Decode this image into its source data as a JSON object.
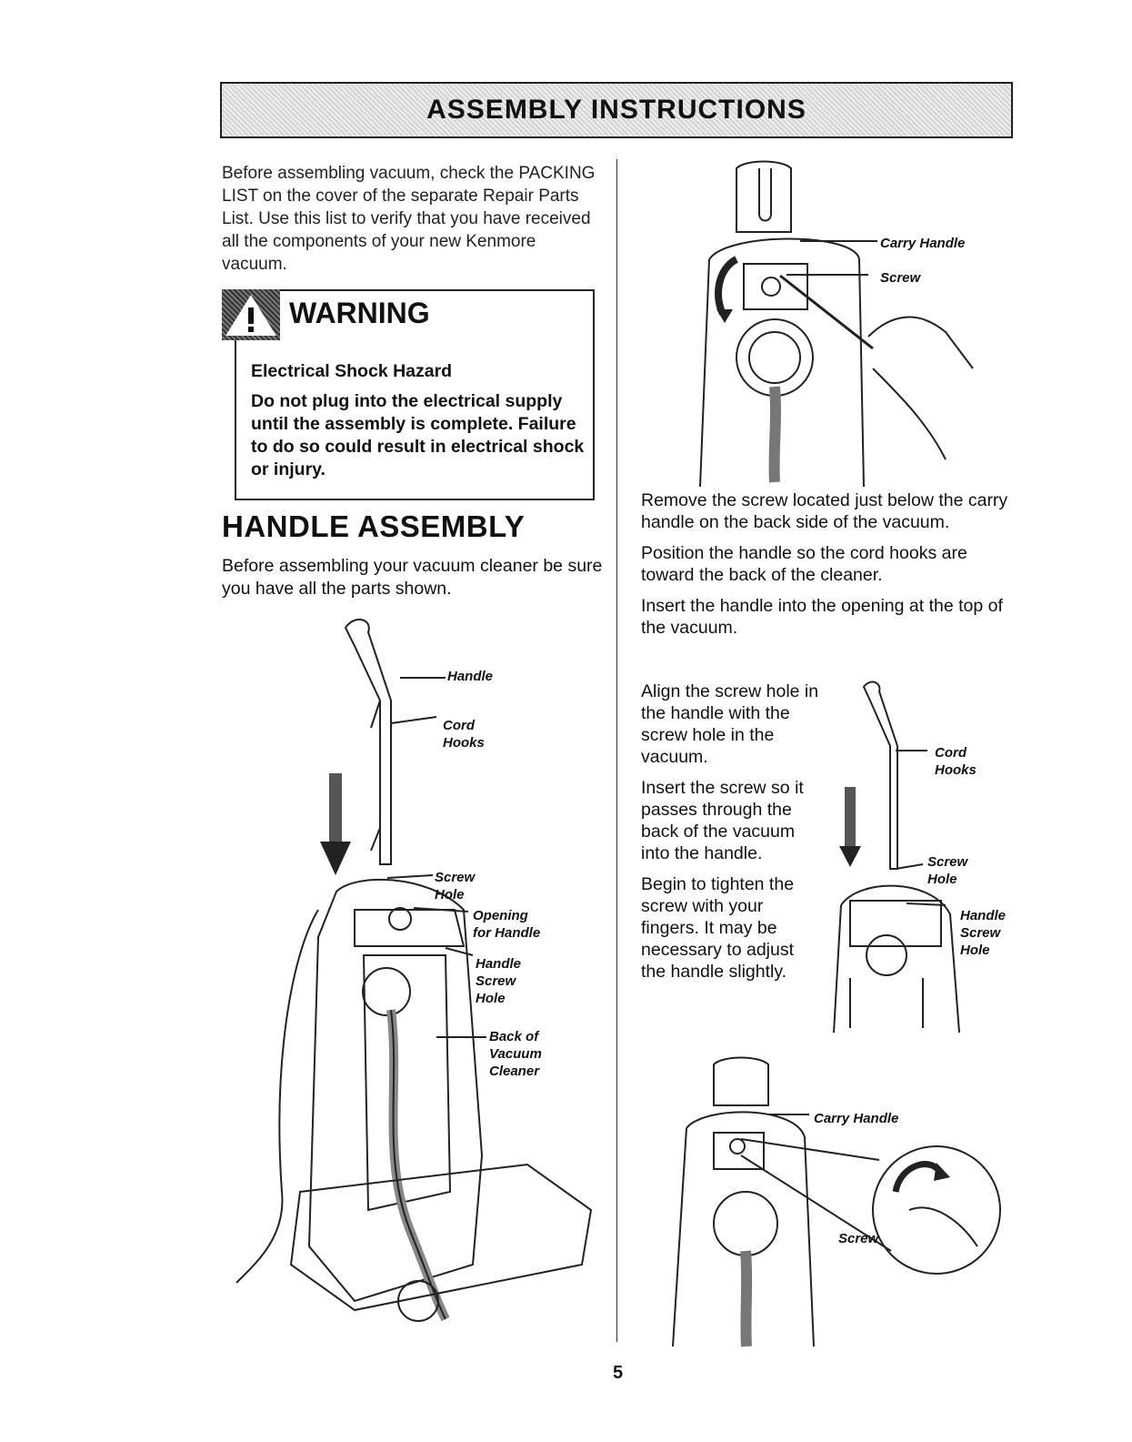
{
  "header": {
    "title": "ASSEMBLY INSTRUCTIONS"
  },
  "intro": "Before assembling vacuum, check the PACKING LIST on the cover of the separate Repair Parts List. Use this list to verify that you have received all the components of your new Kenmore vacuum.",
  "warning": {
    "title": "WARNING",
    "hazard": "Electrical Shock Hazard",
    "text": "Do not plug into the electrical supply until the assembly is complete. Failure to do so could result in electrical shock or injury."
  },
  "section": {
    "title": "HANDLE ASSEMBLY",
    "intro": "Before assembling your vacuum cleaner be sure you have all the parts shown."
  },
  "figure1": {
    "labels": {
      "handle": "Handle",
      "cord_hooks_1": "Cord",
      "cord_hooks_2": "Hooks",
      "screw_hole_1": "Screw",
      "screw_hole_2": "Hole",
      "opening_1": "Opening",
      "opening_2": "for Handle",
      "handle_screw_hole_1": "Handle",
      "handle_screw_hole_2": "Screw",
      "handle_screw_hole_3": "Hole",
      "back_1": "Back of",
      "back_2": "Vacuum",
      "back_3": "Cleaner"
    }
  },
  "figure2": {
    "labels": {
      "carry_handle": "Carry Handle",
      "screw": "Screw"
    }
  },
  "steps": {
    "p1": "Remove the screw located just below the carry handle on the back side of the vacuum.",
    "p2": "Position the handle so the cord hooks are toward the back of the cleaner.",
    "p3": "Insert the handle into the opening at the top of the vacuum.",
    "p4": "Align the screw hole in the handle with the screw hole in the vacuum.",
    "p5": "Insert the screw so it passes through the back of the vacuum into the handle.",
    "p6": "Begin to tighten the screw with your fingers. It may be necessary to adjust the handle slightly."
  },
  "figure3": {
    "labels": {
      "cord_hooks_1": "Cord",
      "cord_hooks_2": "Hooks",
      "screw_hole_1": "Screw",
      "screw_hole_2": "Hole",
      "handle_screw_hole_1": "Handle",
      "handle_screw_hole_2": "Screw",
      "handle_screw_hole_3": "Hole"
    }
  },
  "figure4": {
    "labels": {
      "carry_handle": "Carry Handle",
      "screw": "Screw"
    }
  },
  "page_number": "5"
}
